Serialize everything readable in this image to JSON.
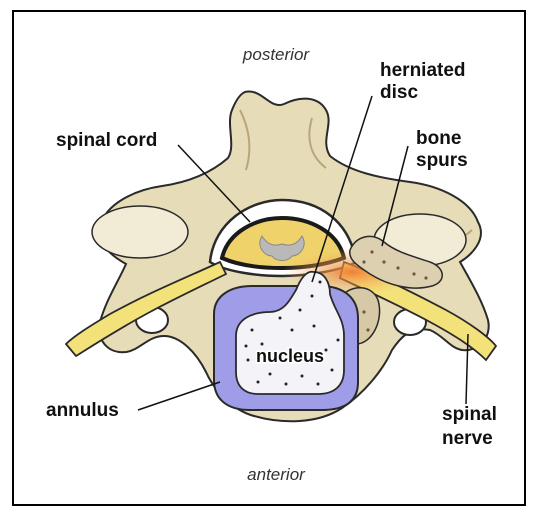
{
  "labels": {
    "posterior": "posterior",
    "anterior": "anterior",
    "herniated_disc_line1": "herniated",
    "herniated_disc_line2": "disc",
    "spinal_cord": "spinal cord",
    "bone_spurs_line1": "bone",
    "bone_spurs_line2": "spurs",
    "nucleus": "nucleus",
    "annulus": "annulus",
    "spinal_nerve_line1": "spinal",
    "spinal_nerve_line2": "nerve"
  },
  "colors": {
    "bone": "#e7dcb8",
    "bone_shadow": "#c9b98a",
    "nerve": "#f3e27a",
    "annulus": "#9f9ce8",
    "nucleus": "#f4f3f8",
    "inflammation": "#f08a3a",
    "spinal_cord_gray": "#b9b9b9",
    "outline": "#1a1a1a"
  }
}
